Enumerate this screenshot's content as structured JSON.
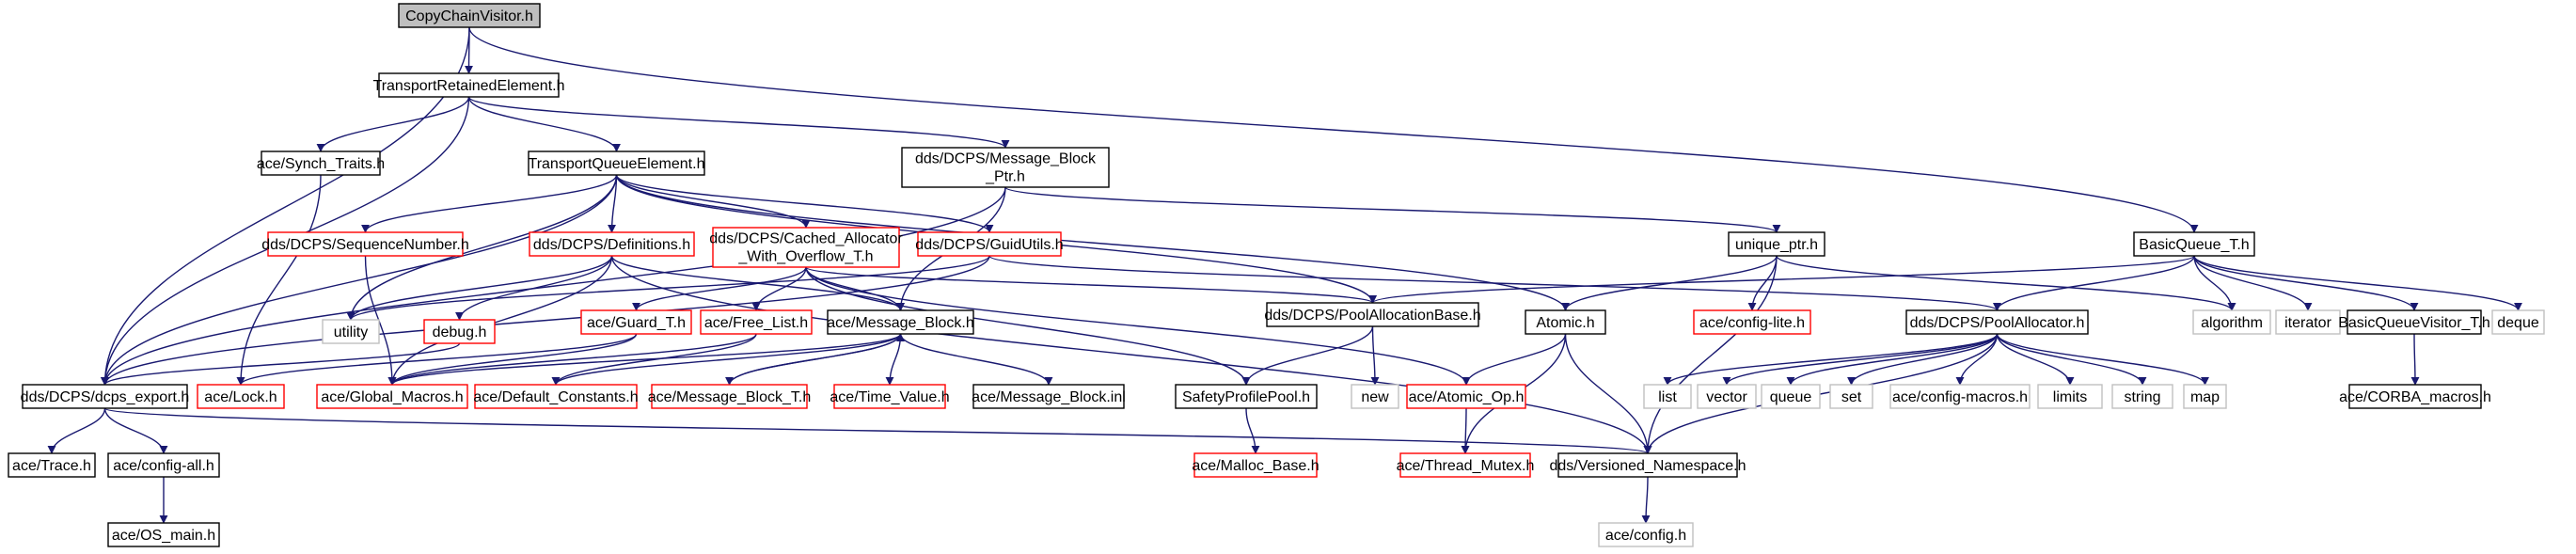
{
  "graph": {
    "colors": {
      "normal_border": "#000000",
      "missing_border": "#c0c0c0",
      "incomplete_border": "#ff0000",
      "root_fill": "#bfbfbf",
      "edge": "#191970",
      "text": "#000000"
    },
    "nodes": [
      {
        "id": "n0",
        "label": "CopyChainVisitor.h",
        "kind": "root"
      },
      {
        "id": "n1",
        "label": "TransportRetainedElement.h",
        "kind": "normal"
      },
      {
        "id": "n2",
        "label": "ace/Synch_Traits.h",
        "kind": "normal"
      },
      {
        "id": "n3",
        "label": "TransportQueueElement.h",
        "kind": "normal"
      },
      {
        "id": "n4",
        "label": "dds/DCPS/Message_Block",
        "label2": "_Ptr.h",
        "kind": "normal"
      },
      {
        "id": "n5",
        "label": "BasicQueue_T.h",
        "kind": "normal"
      },
      {
        "id": "n6",
        "label": "dds/DCPS/SequenceNumber.h",
        "kind": "incomplete"
      },
      {
        "id": "n7",
        "label": "dds/DCPS/Definitions.h",
        "kind": "incomplete"
      },
      {
        "id": "n8",
        "label": "dds/DCPS/Cached_Allocator",
        "label2": "_With_Overflow_T.h",
        "kind": "incomplete"
      },
      {
        "id": "n9",
        "label": "dds/DCPS/GuidUtils.h",
        "kind": "incomplete"
      },
      {
        "id": "n10",
        "label": "unique_ptr.h",
        "kind": "normal"
      },
      {
        "id": "n11",
        "label": "utility",
        "kind": "missing"
      },
      {
        "id": "n12",
        "label": "debug.h",
        "kind": "incomplete"
      },
      {
        "id": "n13",
        "label": "ace/Guard_T.h",
        "kind": "incomplete"
      },
      {
        "id": "n14",
        "label": "ace/Free_List.h",
        "kind": "incomplete"
      },
      {
        "id": "n15",
        "label": "ace/Message_Block.h",
        "kind": "normal"
      },
      {
        "id": "n16",
        "label": "dds/DCPS/PoolAllocationBase.h",
        "kind": "normal"
      },
      {
        "id": "n17",
        "label": "Atomic.h",
        "kind": "normal"
      },
      {
        "id": "n18",
        "label": "ace/config-lite.h",
        "kind": "incomplete"
      },
      {
        "id": "n19",
        "label": "dds/DCPS/PoolAllocator.h",
        "kind": "normal"
      },
      {
        "id": "n20",
        "label": "algorithm",
        "kind": "missing"
      },
      {
        "id": "n21",
        "label": "iterator",
        "kind": "missing"
      },
      {
        "id": "n22",
        "label": "BasicQueueVisitor_T.h",
        "kind": "normal"
      },
      {
        "id": "n23",
        "label": "deque",
        "kind": "missing"
      },
      {
        "id": "n24",
        "label": "dds/DCPS/dcps_export.h",
        "kind": "normal"
      },
      {
        "id": "n25",
        "label": "ace/Lock.h",
        "kind": "incomplete"
      },
      {
        "id": "n26",
        "label": "ace/Global_Macros.h",
        "kind": "incomplete"
      },
      {
        "id": "n27",
        "label": "ace/Default_Constants.h",
        "kind": "incomplete"
      },
      {
        "id": "n28",
        "label": "ace/Message_Block_T.h",
        "kind": "incomplete"
      },
      {
        "id": "n29",
        "label": "ace/Time_Value.h",
        "kind": "incomplete"
      },
      {
        "id": "n30",
        "label": "ace/Message_Block.inl",
        "kind": "normal"
      },
      {
        "id": "n31",
        "label": "SafetyProfilePool.h",
        "kind": "normal"
      },
      {
        "id": "n32",
        "label": "new",
        "kind": "missing"
      },
      {
        "id": "n33",
        "label": "ace/Atomic_Op.h",
        "kind": "incomplete"
      },
      {
        "id": "n34",
        "label": "list",
        "kind": "missing"
      },
      {
        "id": "n35",
        "label": "vector",
        "kind": "missing"
      },
      {
        "id": "n36",
        "label": "queue",
        "kind": "missing"
      },
      {
        "id": "n37",
        "label": "set",
        "kind": "missing"
      },
      {
        "id": "n38",
        "label": "ace/config-macros.h",
        "kind": "missing"
      },
      {
        "id": "n39",
        "label": "limits",
        "kind": "missing"
      },
      {
        "id": "n40",
        "label": "string",
        "kind": "missing"
      },
      {
        "id": "n41",
        "label": "map",
        "kind": "missing"
      },
      {
        "id": "n42",
        "label": "ace/CORBA_macros.h",
        "kind": "normal"
      },
      {
        "id": "n43",
        "label": "ace/Trace.h",
        "kind": "normal"
      },
      {
        "id": "n44",
        "label": "ace/config-all.h",
        "kind": "normal"
      },
      {
        "id": "n45",
        "label": "ace/Malloc_Base.h",
        "kind": "incomplete"
      },
      {
        "id": "n46",
        "label": "ace/Thread_Mutex.h",
        "kind": "incomplete"
      },
      {
        "id": "n47",
        "label": "dds/Versioned_Namespace.h",
        "kind": "normal"
      },
      {
        "id": "n48",
        "label": "ace/OS_main.h",
        "kind": "normal"
      },
      {
        "id": "n49",
        "label": "ace/config.h",
        "kind": "missing"
      }
    ],
    "edges": [
      [
        "n0",
        "n1"
      ],
      [
        "n0",
        "n24"
      ],
      [
        "n0",
        "n5"
      ],
      [
        "n1",
        "n24"
      ],
      [
        "n1",
        "n2"
      ],
      [
        "n1",
        "n3"
      ],
      [
        "n1",
        "n4"
      ],
      [
        "n2",
        "n25"
      ],
      [
        "n3",
        "n24"
      ],
      [
        "n3",
        "n6"
      ],
      [
        "n3",
        "n11"
      ],
      [
        "n3",
        "n7"
      ],
      [
        "n3",
        "n8"
      ],
      [
        "n3",
        "n9"
      ],
      [
        "n3",
        "n16"
      ],
      [
        "n3",
        "n17"
      ],
      [
        "n4",
        "n24"
      ],
      [
        "n4",
        "n15"
      ],
      [
        "n4",
        "n10"
      ],
      [
        "n5",
        "n16"
      ],
      [
        "n5",
        "n19"
      ],
      [
        "n5",
        "n20"
      ],
      [
        "n5",
        "n21"
      ],
      [
        "n5",
        "n22"
      ],
      [
        "n5",
        "n23"
      ],
      [
        "n6",
        "n26"
      ],
      [
        "n7",
        "n11"
      ],
      [
        "n7",
        "n12"
      ],
      [
        "n7",
        "n26"
      ],
      [
        "n7",
        "n15"
      ],
      [
        "n7",
        "n47"
      ],
      [
        "n8",
        "n13"
      ],
      [
        "n8",
        "n14"
      ],
      [
        "n8",
        "n15"
      ],
      [
        "n8",
        "n16"
      ],
      [
        "n8",
        "n31"
      ],
      [
        "n8",
        "n33"
      ],
      [
        "n9",
        "n24"
      ],
      [
        "n9",
        "n11"
      ],
      [
        "n9",
        "n19"
      ],
      [
        "n10",
        "n17"
      ],
      [
        "n10",
        "n18"
      ],
      [
        "n10",
        "n20"
      ],
      [
        "n10",
        "n47"
      ],
      [
        "n12",
        "n24"
      ],
      [
        "n13",
        "n25"
      ],
      [
        "n13",
        "n26"
      ],
      [
        "n14",
        "n26"
      ],
      [
        "n14",
        "n27"
      ],
      [
        "n15",
        "n26"
      ],
      [
        "n15",
        "n27"
      ],
      [
        "n15",
        "n28"
      ],
      [
        "n15",
        "n29"
      ],
      [
        "n15",
        "n30"
      ],
      [
        "n16",
        "n31"
      ],
      [
        "n16",
        "n32"
      ],
      [
        "n17",
        "n33"
      ],
      [
        "n17",
        "n46"
      ],
      [
        "n17",
        "n47"
      ],
      [
        "n19",
        "n34"
      ],
      [
        "n19",
        "n35"
      ],
      [
        "n19",
        "n36"
      ],
      [
        "n19",
        "n37"
      ],
      [
        "n19",
        "n38"
      ],
      [
        "n19",
        "n39"
      ],
      [
        "n19",
        "n40"
      ],
      [
        "n19",
        "n41"
      ],
      [
        "n19",
        "n47"
      ],
      [
        "n22",
        "n42"
      ],
      [
        "n24",
        "n43"
      ],
      [
        "n24",
        "n44"
      ],
      [
        "n24",
        "n47"
      ],
      [
        "n28",
        "n15"
      ],
      [
        "n31",
        "n45"
      ],
      [
        "n33",
        "n46"
      ],
      [
        "n44",
        "n48"
      ],
      [
        "n47",
        "n49"
      ]
    ]
  }
}
